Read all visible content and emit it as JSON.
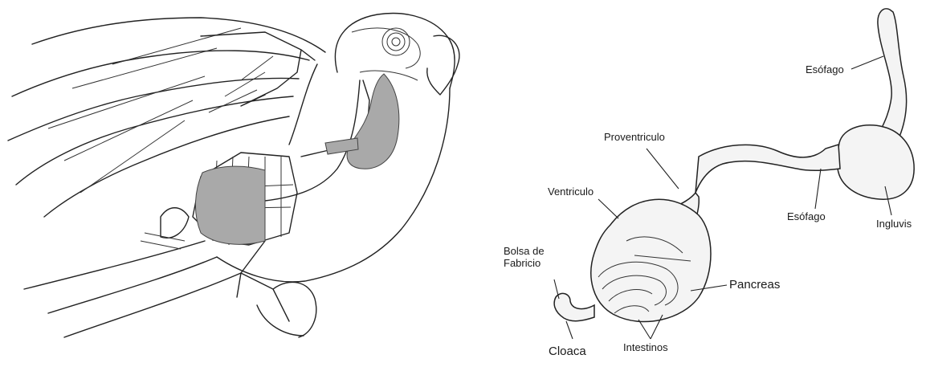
{
  "labels": {
    "esofago_top": "Esófago",
    "proventriculo": "Proventriculo",
    "ventriculo": "Ventriculo",
    "esofago_mid": "Esófago",
    "ingluvis": "Ingluvis",
    "bolsa": "Bolsa de Fabricio",
    "pancreas": "Pancreas",
    "cloaca": "Cloaca",
    "intestinos": "Intestinos"
  },
  "colors": {
    "ink": "#222222",
    "organ_fill": "#a9a9a9",
    "background": "#ffffff"
  }
}
